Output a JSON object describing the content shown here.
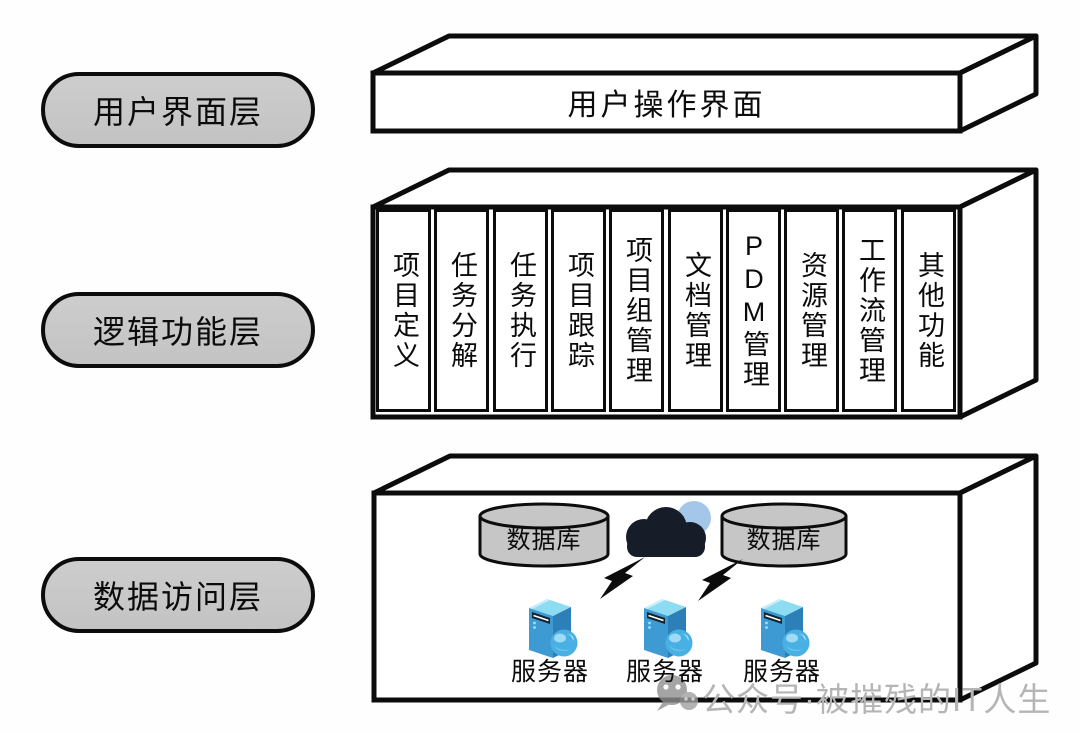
{
  "pills": {
    "ui": "用户界面层",
    "logic": "逻辑功能层",
    "data": "数据访问层"
  },
  "ui_layer": {
    "label": "用户操作界面"
  },
  "logic_layer": {
    "modules": [
      "项目定义",
      "任务分解",
      "任务执行",
      "项目跟踪",
      "项目组管理",
      "文档管理",
      "PDM管理",
      "资源管理",
      "工作流管理",
      "其他功能"
    ]
  },
  "data_layer": {
    "databases": [
      "数据库",
      "数据库"
    ],
    "servers": [
      "服务器",
      "服务器",
      "服务器"
    ],
    "icons": {
      "database": "database-cylinder-icon",
      "cloud": "cloud-icon",
      "lightning": "lightning-bolt-icon",
      "server": "server-tower-icon"
    }
  },
  "watermark": {
    "text": "公众号·被摧残的IT人生",
    "icon": "wechat-icon"
  },
  "colors": {
    "outline": "#0c0c0c",
    "pill_fill": "#c7c7c7",
    "database_fill": "#c6c6c6",
    "cloud_dark": "#161d29",
    "cloud_light": "#a3c6e9",
    "server_front": "#3d9ad2",
    "server_side": "#2d7fb8",
    "server_top": "#8edcf2",
    "globe_blue": "#49b0e4",
    "watermark_gray": "#b5b5b5"
  }
}
